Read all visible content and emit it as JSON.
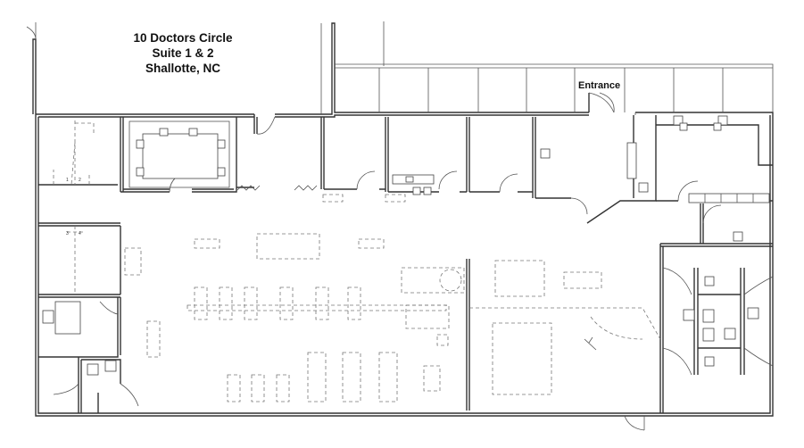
{
  "address": {
    "line1": "10 Doctors Circle",
    "line2": "Suite 1 & 2",
    "line3": "Shallotte, NC"
  },
  "labels": {
    "entrance": "Entrance"
  },
  "room_numbers": [
    "1",
    "2",
    "3",
    "4"
  ]
}
